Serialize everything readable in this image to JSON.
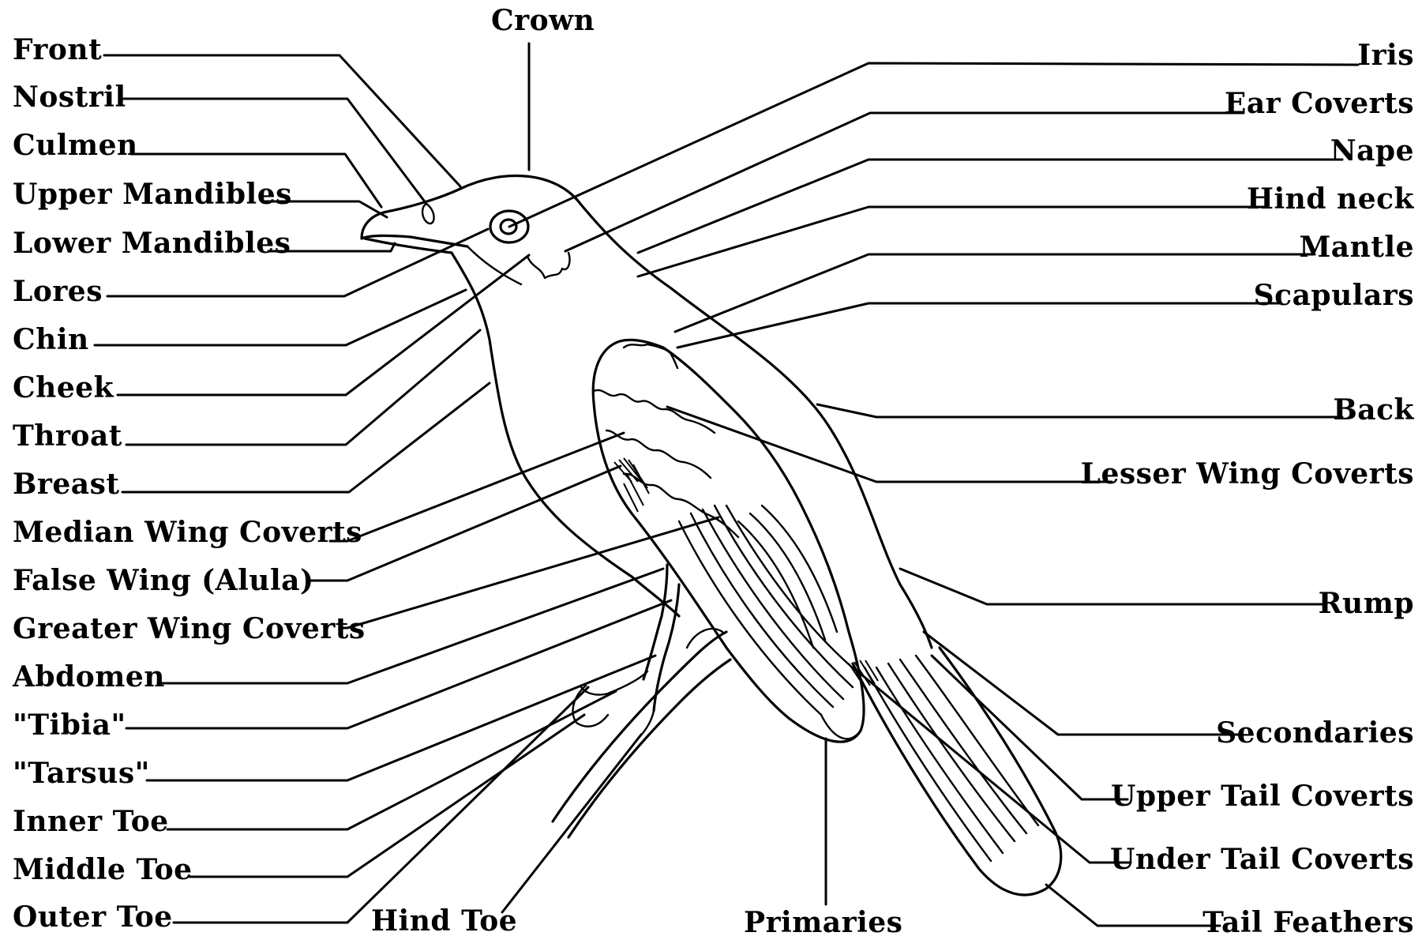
{
  "labels": {
    "crown": "Crown",
    "front": "Front",
    "nostril": "Nostril",
    "culmen": "Culmen",
    "upper_mandibles": "Upper Mandibles",
    "lower_mandibles": "Lower Mandibles",
    "lores": "Lores",
    "chin": "Chin",
    "cheek": "Cheek",
    "throat": "Throat",
    "breast": "Breast",
    "median_wing_coverts": "Median Wing Coverts",
    "false_wing": "False Wing (Alula)",
    "greater_wing_coverts": "Greater Wing Coverts",
    "abdomen": "Abdomen",
    "tibia": "\"Tibia\"",
    "tarsus": "\"Tarsus\"",
    "inner_toe": "Inner Toe",
    "middle_toe": "Middle Toe",
    "outer_toe": "Outer Toe",
    "hind_toe": "Hind Toe",
    "primaries": "Primaries",
    "iris": "Iris",
    "ear_coverts": "Ear Coverts",
    "nape": "Nape",
    "hind_neck": "Hind neck",
    "mantle": "Mantle",
    "scapulars": "Scapulars",
    "back": "Back",
    "lesser_wing_coverts": "Lesser Wing Coverts",
    "rump": "Rump",
    "secondaries": "Secondaries",
    "upper_tail_coverts": "Upper Tail Coverts",
    "under_tail_coverts": "Under Tail Coverts",
    "tail_feathers": "Tail Feathers"
  }
}
